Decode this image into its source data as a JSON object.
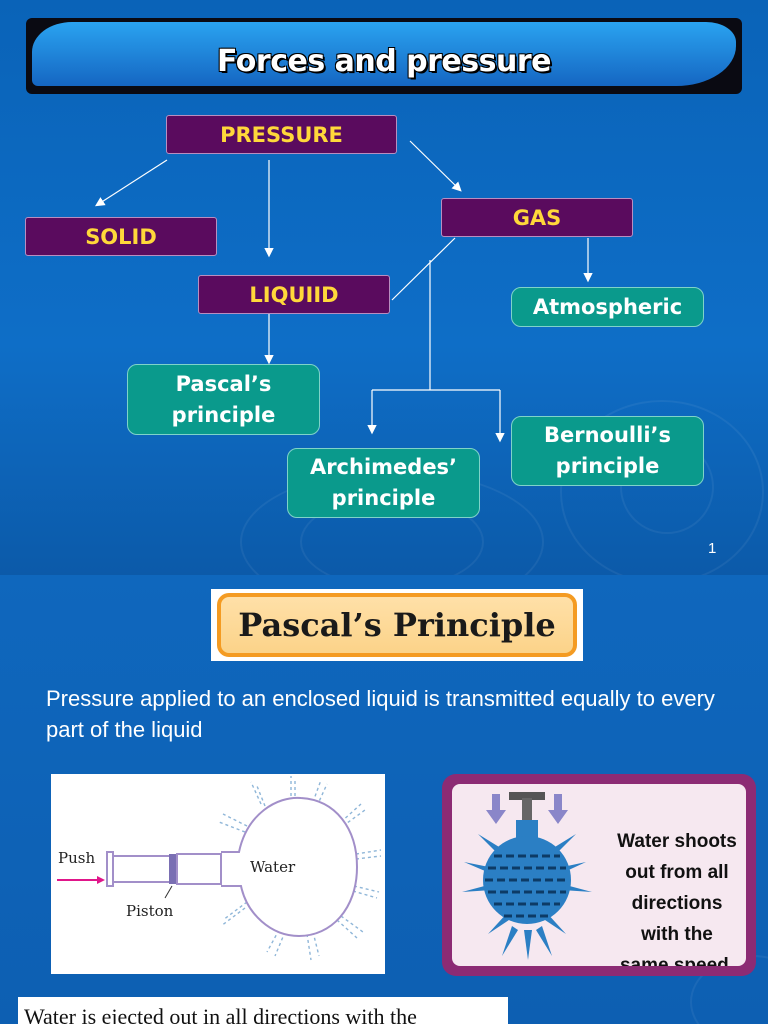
{
  "slide1": {
    "title": "Forces and pressure",
    "nodes": {
      "pressure": "PRESSURE",
      "solid": "SOLID",
      "gas": "GAS",
      "liquid": "LIQUIID",
      "atmospheric": "Atmospheric",
      "pascal_line1": "Pascal’s",
      "pascal_line2": "principle",
      "bernoulli_line1": "Bernoulli’s",
      "bernoulli_line2": "principle",
      "archimedes_line1": "Archimedes’",
      "archimedes_line2": "principle"
    },
    "slide_number": "1",
    "colors": {
      "node_purple": "#5a0b5e",
      "node_purple_text": "#ffd83a",
      "node_teal": "#0a9a8c",
      "background": "#0d5fb0"
    }
  },
  "slide2": {
    "heading": "Pascal’s Principle",
    "description": "Pressure applied to an enclosed liquid is transmitted equally to every part of the liquid",
    "diagram": {
      "push_label": "Push",
      "water_label": "Water",
      "piston_label": "Piston"
    },
    "illustration": {
      "text_line1": "Water shoots",
      "text_line2": "out from all",
      "text_line3": "directions",
      "text_line4": "with the",
      "text_line5": "same speed."
    },
    "caption": "Water is ejected out in all directions with the"
  }
}
